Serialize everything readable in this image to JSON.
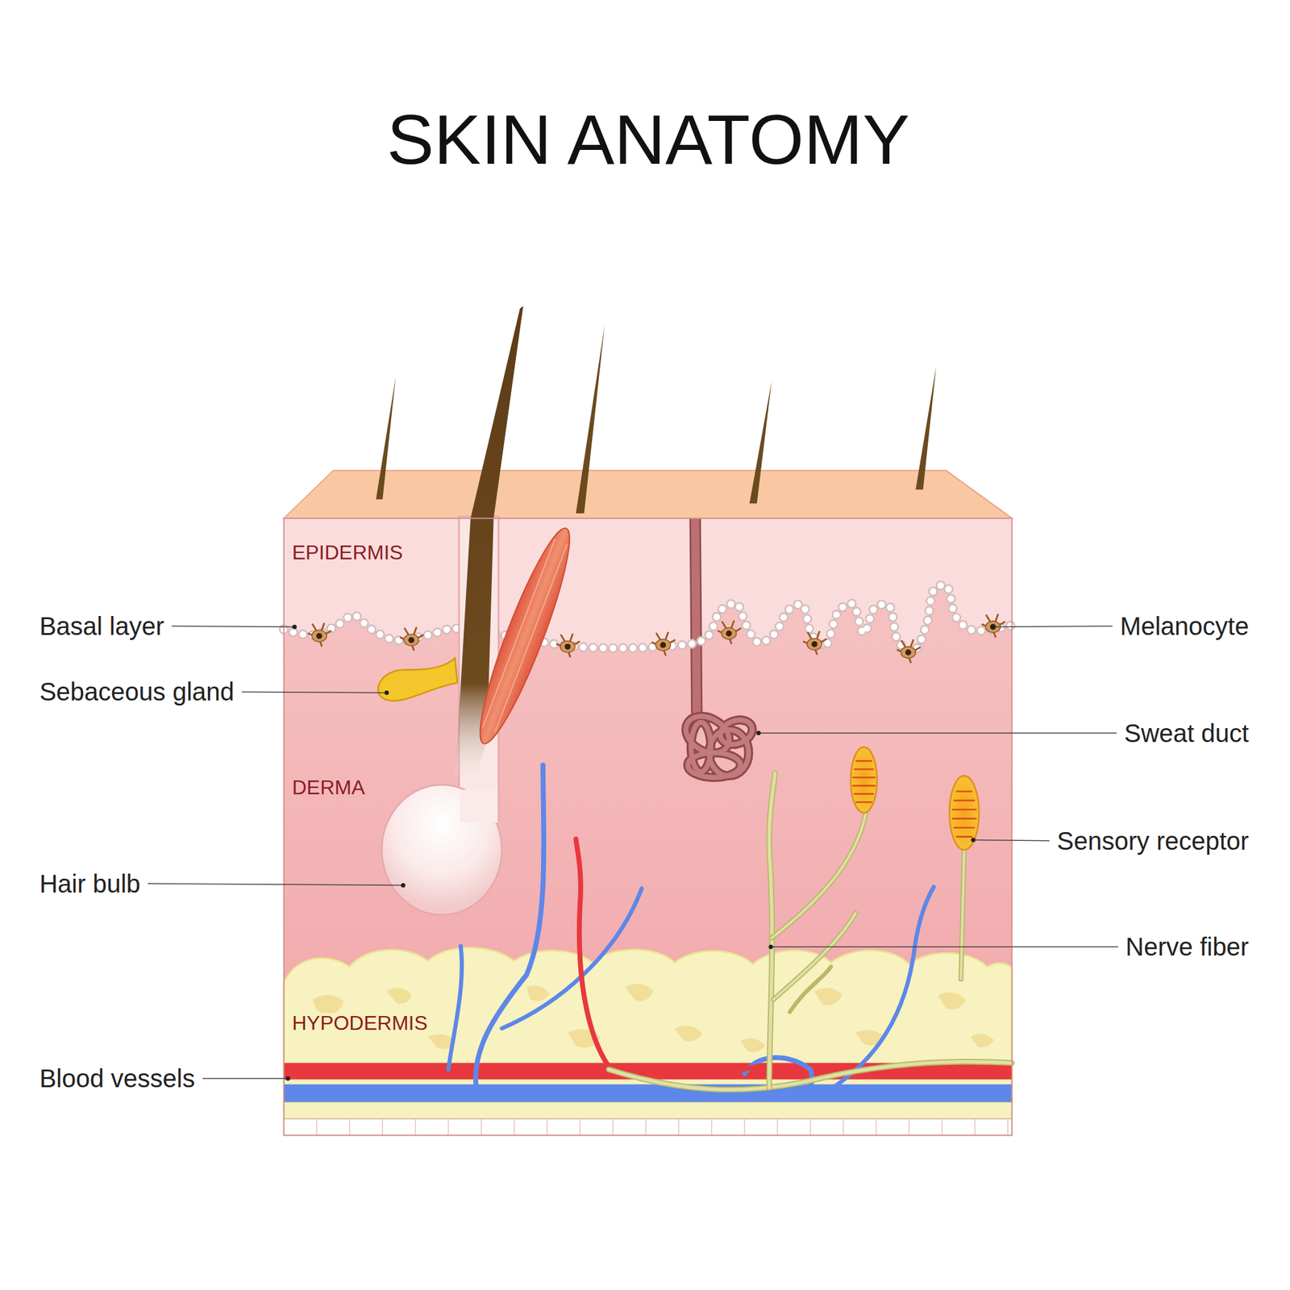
{
  "diagram": {
    "title": "SKIN ANATOMY",
    "labels": [
      "EPIDERMIS",
      "DERMA",
      "HYPODERMIS",
      "Basal layer",
      "Sebaceous gland",
      "Hair bulb",
      "Blood vessels",
      "Melanocyte",
      "Sweat duct",
      "Sensory receptor",
      "Nerve fiber"
    ]
  }
}
